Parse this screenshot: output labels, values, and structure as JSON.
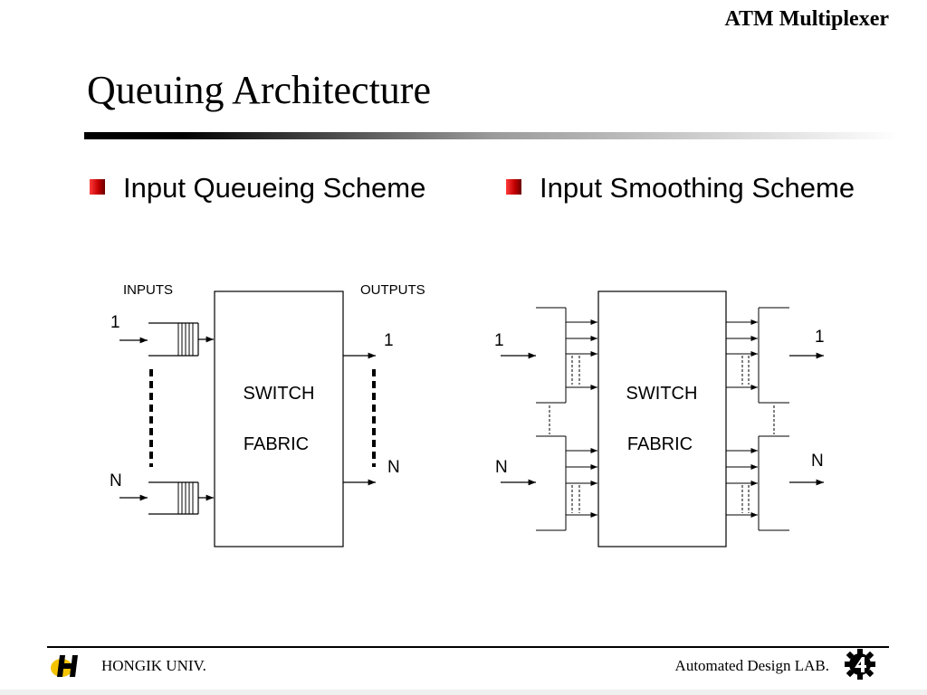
{
  "header": {
    "title": "ATM Multiplexer"
  },
  "slide": {
    "title": "Queuing Architecture",
    "bullets": [
      "Input Queueing Scheme",
      "Input Smoothing Scheme"
    ]
  },
  "diagram_left": {
    "inputs_label": "INPUTS",
    "outputs_label": "OUTPUTS",
    "in_top": "1",
    "in_bottom": "N",
    "out_top": "1",
    "out_bottom": "N",
    "box_line1": "SWITCH",
    "box_line2": "FABRIC"
  },
  "diagram_right": {
    "in_top": "1",
    "in_bottom": "N",
    "out_top": "1",
    "out_bottom": "N",
    "box_line1": "SWITCH",
    "box_line2": "FABRIC"
  },
  "footer": {
    "left": "HONGIK UNIV.",
    "right": "Automated Design LAB."
  },
  "icons": {
    "left_logo": "hongik-logo-icon",
    "right_logo": "gear-logo-icon"
  },
  "colors": {
    "bullet_accent": "#c40000",
    "logo_yellow": "#f5c400"
  }
}
